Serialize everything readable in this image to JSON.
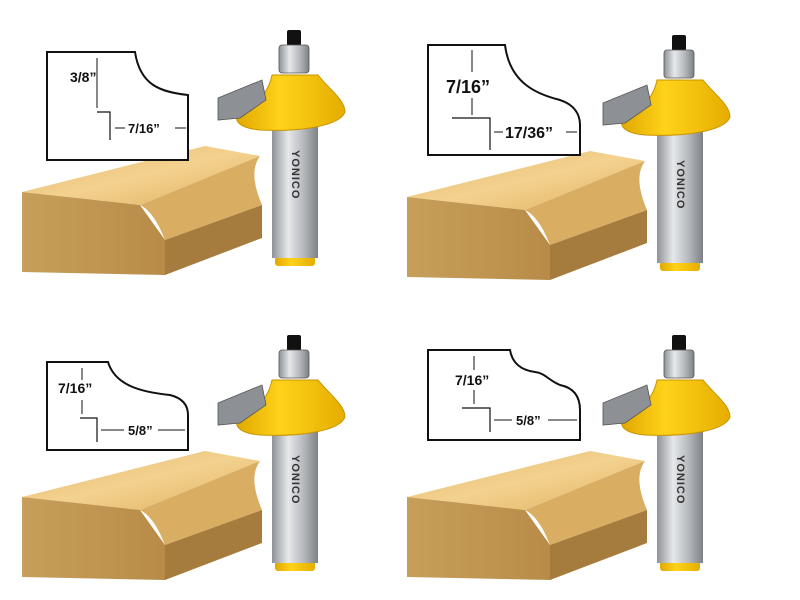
{
  "brand": "YONICO",
  "colors": {
    "bit_yellow": "#f5c400",
    "wood_top": "#e8c27a",
    "wood_front": "#c9a25e",
    "shank": "#b9bcc0"
  },
  "panels": [
    {
      "height_label": "3/8”",
      "width_label": "7/16”"
    },
    {
      "height_label": "7/16”",
      "width_label": "17/36”"
    },
    {
      "height_label": "7/16”",
      "width_label": "5/8”"
    },
    {
      "height_label": "7/16”",
      "width_label": "5/8”"
    }
  ]
}
